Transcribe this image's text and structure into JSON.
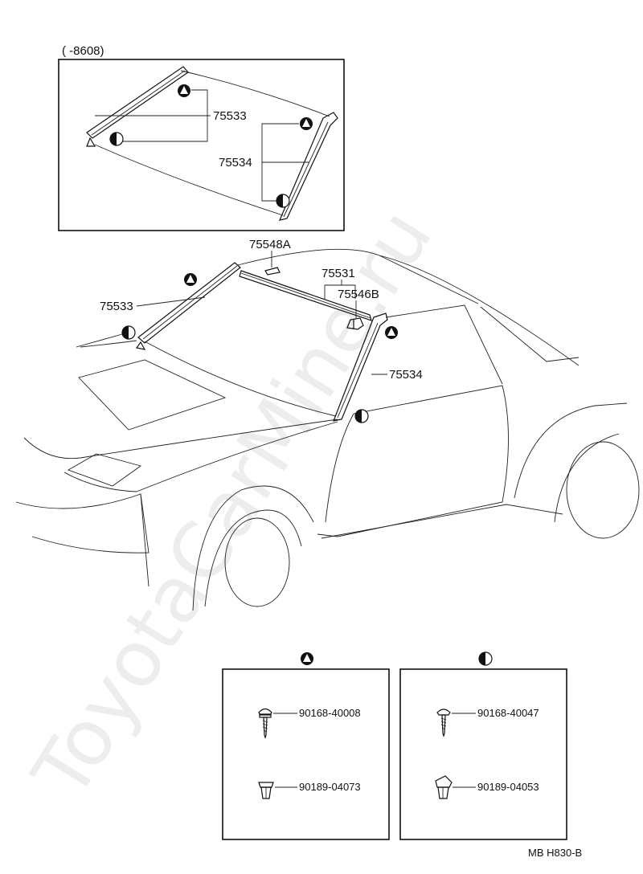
{
  "inset": {
    "range_label": "(        -8608)"
  },
  "parts": {
    "p75533_inset": "75533",
    "p75534_inset": "75534",
    "p75548A": "75548A",
    "p75531": "75531",
    "p75546B": "75546B",
    "p75533_main": "75533",
    "p75534_main": "75534"
  },
  "legend": {
    "triangle_box": {
      "screw": "90168-40008",
      "clip": "90189-04073"
    },
    "halfcircle_box": {
      "screw": "90168-40047",
      "clip": "90189-04053"
    }
  },
  "footer": {
    "code": "MB  H830-B"
  },
  "watermark": {
    "text": "ToyotaCarMine.ru"
  }
}
